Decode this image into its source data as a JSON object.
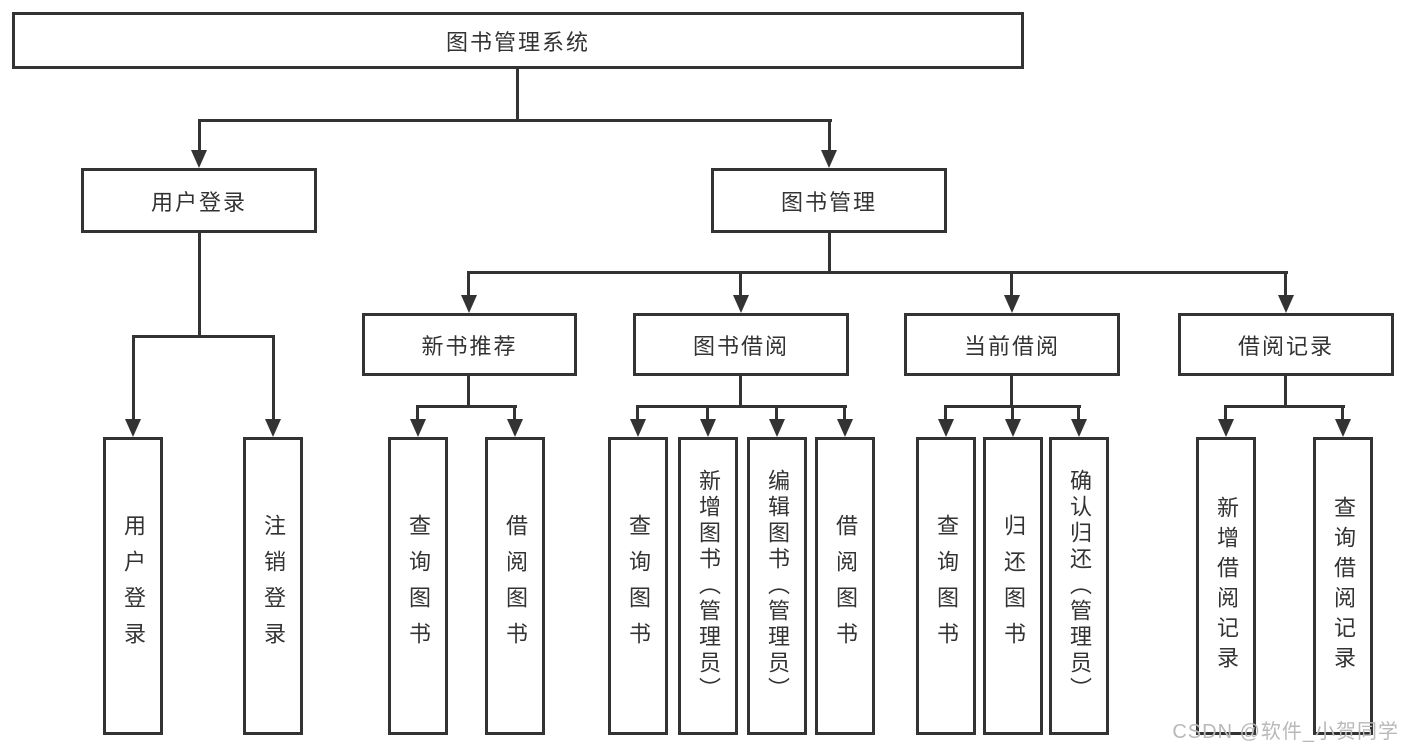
{
  "diagram": {
    "type": "hierarchy-tree",
    "watermark": "CSDN @软件_小贺同学",
    "colors": {
      "line": "#333333",
      "box_border": "#333333",
      "text": "#333333",
      "watermark": "#b9b9b9",
      "background": "#ffffff"
    },
    "nodes": {
      "root": "图书管理系统",
      "user_login": "用户登录",
      "book_mgmt": "图书管理",
      "new_book_rec": "新书推荐",
      "book_borrow": "图书借阅",
      "current_borrow": "当前借阅",
      "borrow_record": "借阅记录",
      "leaf_user_login": "用户登录",
      "leaf_logout": "注销登录",
      "leaf_nb_query": "查询图书",
      "leaf_nb_borrow": "借阅图书",
      "leaf_bb_query": "查询图书",
      "leaf_bb_add": "新增图书（管理员）",
      "leaf_bb_edit": "编辑图书（管理员）",
      "leaf_bb_borrow": "借阅图书",
      "leaf_cb_query": "查询图书",
      "leaf_cb_return": "归还图书",
      "leaf_cb_confirm": "确认归还（管理员）",
      "leaf_br_add": "新增借阅记录",
      "leaf_br_query": "查询借阅记录"
    },
    "hierarchy": {
      "图书管理系统": {
        "用户登录": [
          "用户登录",
          "注销登录"
        ],
        "图书管理": {
          "新书推荐": [
            "查询图书",
            "借阅图书"
          ],
          "图书借阅": [
            "查询图书",
            "新增图书（管理员）",
            "编辑图书（管理员）",
            "借阅图书"
          ],
          "当前借阅": [
            "查询图书",
            "归还图书",
            "确认归还（管理员）"
          ],
          "借阅记录": [
            "新增借阅记录",
            "查询借阅记录"
          ]
        }
      }
    }
  }
}
